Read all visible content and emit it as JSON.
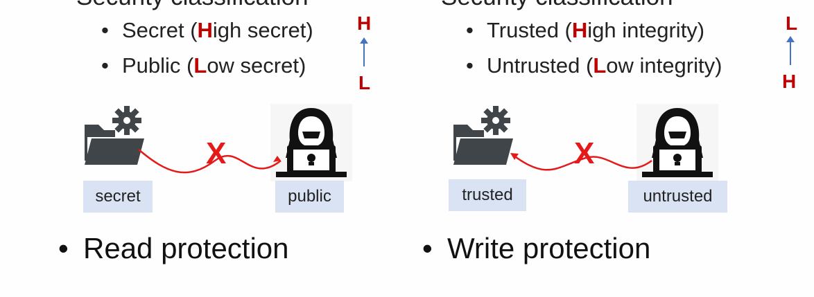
{
  "left": {
    "heading": "Security classification",
    "items": [
      {
        "pre": "Secret (",
        "hl": "H",
        "post": "igh secret)"
      },
      {
        "pre": "Public (",
        "hl": "L",
        "post": "ow secret)"
      }
    ],
    "level_top": "H",
    "level_bottom": "L",
    "source_label": "secret",
    "target_label": "public",
    "x_mark": "X",
    "protection": "Read protection"
  },
  "right": {
    "heading": "Security classification",
    "items": [
      {
        "pre": "Trusted (",
        "hl": "H",
        "post": "igh integrity)"
      },
      {
        "pre": "Untrusted (",
        "hl": "L",
        "post": "ow integrity)"
      }
    ],
    "level_top": "L",
    "level_bottom": "H",
    "source_label": "trusted",
    "target_label": "untrusted",
    "x_mark": "X",
    "protection": "Write protection"
  },
  "bullet": "•",
  "icons": [
    "folder-gear-icon",
    "hacker-icon"
  ],
  "colors": {
    "highlight": "#c00000",
    "flow_line": "#e41a1a",
    "label_bg": "#dae3f3",
    "level_arrow": "#4472c4"
  }
}
